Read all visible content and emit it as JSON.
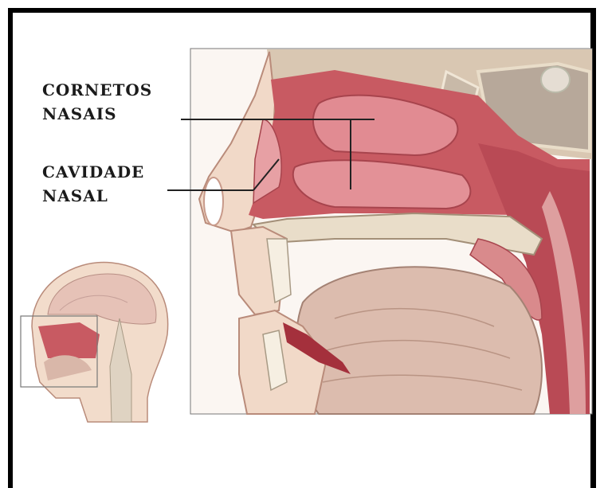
{
  "labels": {
    "turbinates_line1": "CORNETOS",
    "turbinates_line2": "NASAIS",
    "cavity_line1": "CAVIDADE",
    "cavity_line2": "NASAL"
  },
  "colors": {
    "frame": "#000000",
    "mucosa": "#c85a62",
    "mucosa_light": "#e39197",
    "bone": "#e9ddc9",
    "tongue": "#d9b7a9",
    "skin": "#f1d9c8",
    "brain": "#e6c2b7"
  }
}
